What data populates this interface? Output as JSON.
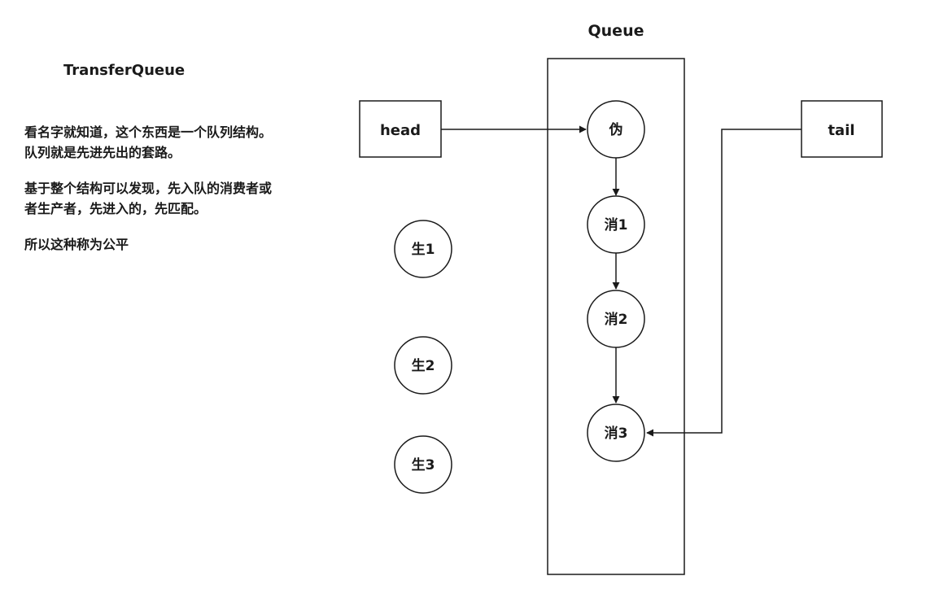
{
  "title": "TransferQueue",
  "queue_label": "Queue",
  "notes": [
    [
      "看名字就知道，这个东西是一个队列结构。",
      "队列就是先进先出的套路。"
    ],
    [
      "基于整个结构可以发现，先入队的消费者或",
      "者生产者，先进入的，先匹配。"
    ],
    [
      "所以这种称为公平"
    ]
  ],
  "head_label": "head",
  "tail_label": "tail",
  "queue_nodes": [
    "伪",
    "消1",
    "消2",
    "消3"
  ],
  "producers": [
    "生1",
    "生2",
    "生3"
  ]
}
